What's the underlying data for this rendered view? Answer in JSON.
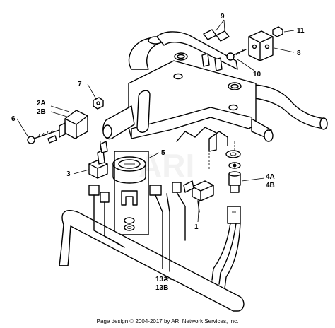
{
  "callouts": {
    "c1": "1",
    "c2a": "2A",
    "c2b": "2B",
    "c3": "3",
    "c4a": "4A",
    "c4b": "4B",
    "c5": "5",
    "c6": "6",
    "c7": "7",
    "c8": "8",
    "c9": "9",
    "c10": "10",
    "c11": "11",
    "c13a": "13A",
    "c13b": "13B"
  },
  "footer": {
    "credit": "Page design © 2004-2017 by ARI Network Services, Inc."
  }
}
